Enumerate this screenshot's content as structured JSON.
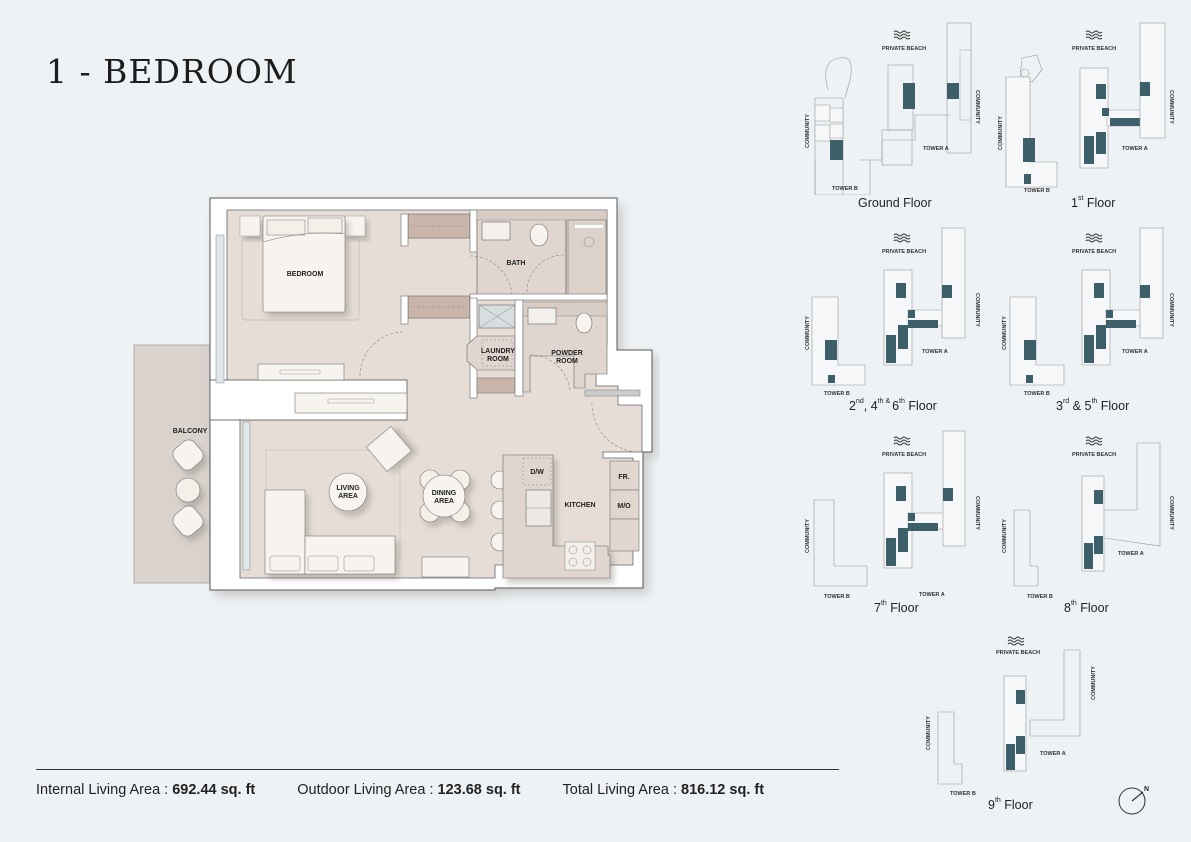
{
  "page": {
    "title": "1 - BEDROOM"
  },
  "plan": {
    "rooms": {
      "bedroom": "BEDROOM",
      "bath": "BATH",
      "laundry_line1": "LAUNDRY",
      "laundry_line2": "ROOM",
      "powder_line1": "POWDER",
      "powder_line2": "ROOM",
      "balcony": "BALCONY",
      "living_line1": "LIVING",
      "living_line2": "AREA",
      "dining_line1": "DINING",
      "dining_line2": "AREA",
      "kitchen": "KITCHEN",
      "dw": "D/W",
      "fr": "FR.",
      "mo": "M/O"
    },
    "colors": {
      "floor": "#e6ded6",
      "wall": "#ffffff",
      "balcony": "#d9d2cd",
      "wardrobe": "#c9b5aa",
      "furniture": "#f7f4ef"
    }
  },
  "areas": {
    "internal_label": "Internal Living Area : ",
    "internal_value": "692.44 sq. ft",
    "outdoor_label": "Outdoor Living Area : ",
    "outdoor_value": "123.68 sq. ft",
    "total_label": "Total Living Area : ",
    "total_value": "816.12 sq. ft"
  },
  "key_plans": {
    "highlight_color": "#3d5f6a",
    "labels": {
      "private_beach": "PRIVATE BEACH",
      "community": "COMMUNITY",
      "tower_a": "TOWER A",
      "tower_b": "TOWER B"
    },
    "floors": [
      {
        "name": "Ground Floor",
        "base": "Ground Floor",
        "sup": "",
        "rest": ""
      },
      {
        "name": "1st Floor",
        "base": "1",
        "sup": "st",
        "rest": " Floor"
      },
      {
        "name": "2nd, 4th & 6th Floor",
        "base": "2",
        "sup": "nd",
        "rest": ", 4",
        "sup2": "th & ",
        "rest2": "6",
        "sup3": "th",
        "rest3": " Floor"
      },
      {
        "name": "3rd & 5th Floor",
        "base": "3",
        "sup": "rd",
        "rest": " & 5",
        "sup2": "th",
        "rest2": " Floor"
      },
      {
        "name": "7th Floor",
        "base": "7",
        "sup": "th",
        "rest": " Floor"
      },
      {
        "name": "8th Floor",
        "base": "8",
        "sup": "th",
        "rest": " Floor"
      },
      {
        "name": "9th Floor",
        "base": "9",
        "sup": "th",
        "rest": " Floor"
      }
    ]
  },
  "compass": {
    "label": "N"
  }
}
